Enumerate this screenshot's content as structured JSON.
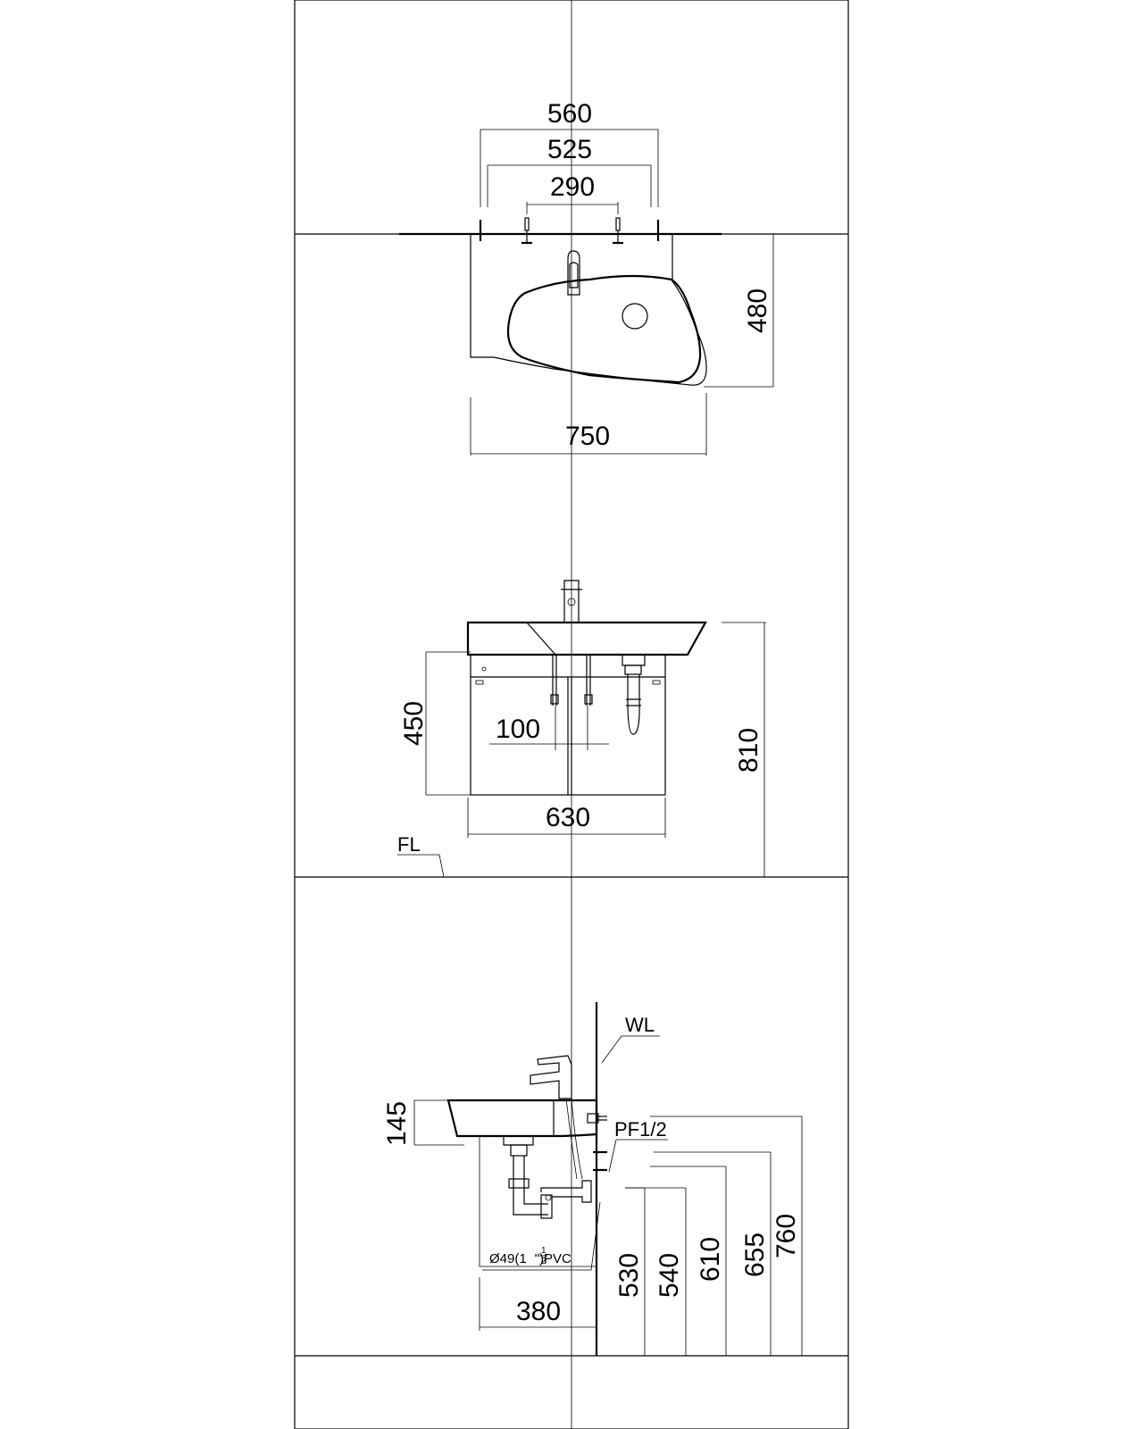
{
  "top_view": {
    "dim_width_outer": "560",
    "dim_width_inner": "525",
    "dim_tap_spacing": "290",
    "dim_depth": "480",
    "dim_overall_width": "750"
  },
  "front_view": {
    "dim_cabinet_height": "450",
    "dim_pipe_spacing": "100",
    "dim_cabinet_width": "630",
    "dim_total_height": "810",
    "label_floor": "FL"
  },
  "side_view": {
    "label_wall": "WL",
    "dim_basin_depth": "145",
    "label_supply": "PF1/2",
    "label_drain_prefix": "Ø49(1",
    "label_drain_num": "1",
    "label_drain_den": "2",
    "label_drain_suffix": "\")PVC",
    "dim_wall_offset": "380",
    "height_dims": [
      "530",
      "540",
      "610",
      "655",
      "760"
    ]
  }
}
